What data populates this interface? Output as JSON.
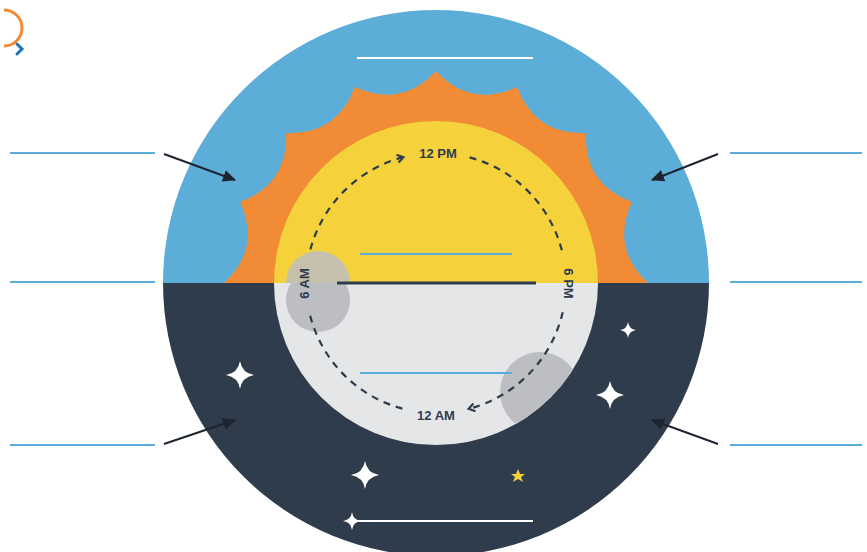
{
  "diagram": {
    "labels": [
      "12 PM",
      "6 PM",
      "12 AM",
      "6 AM"
    ]
  }
}
